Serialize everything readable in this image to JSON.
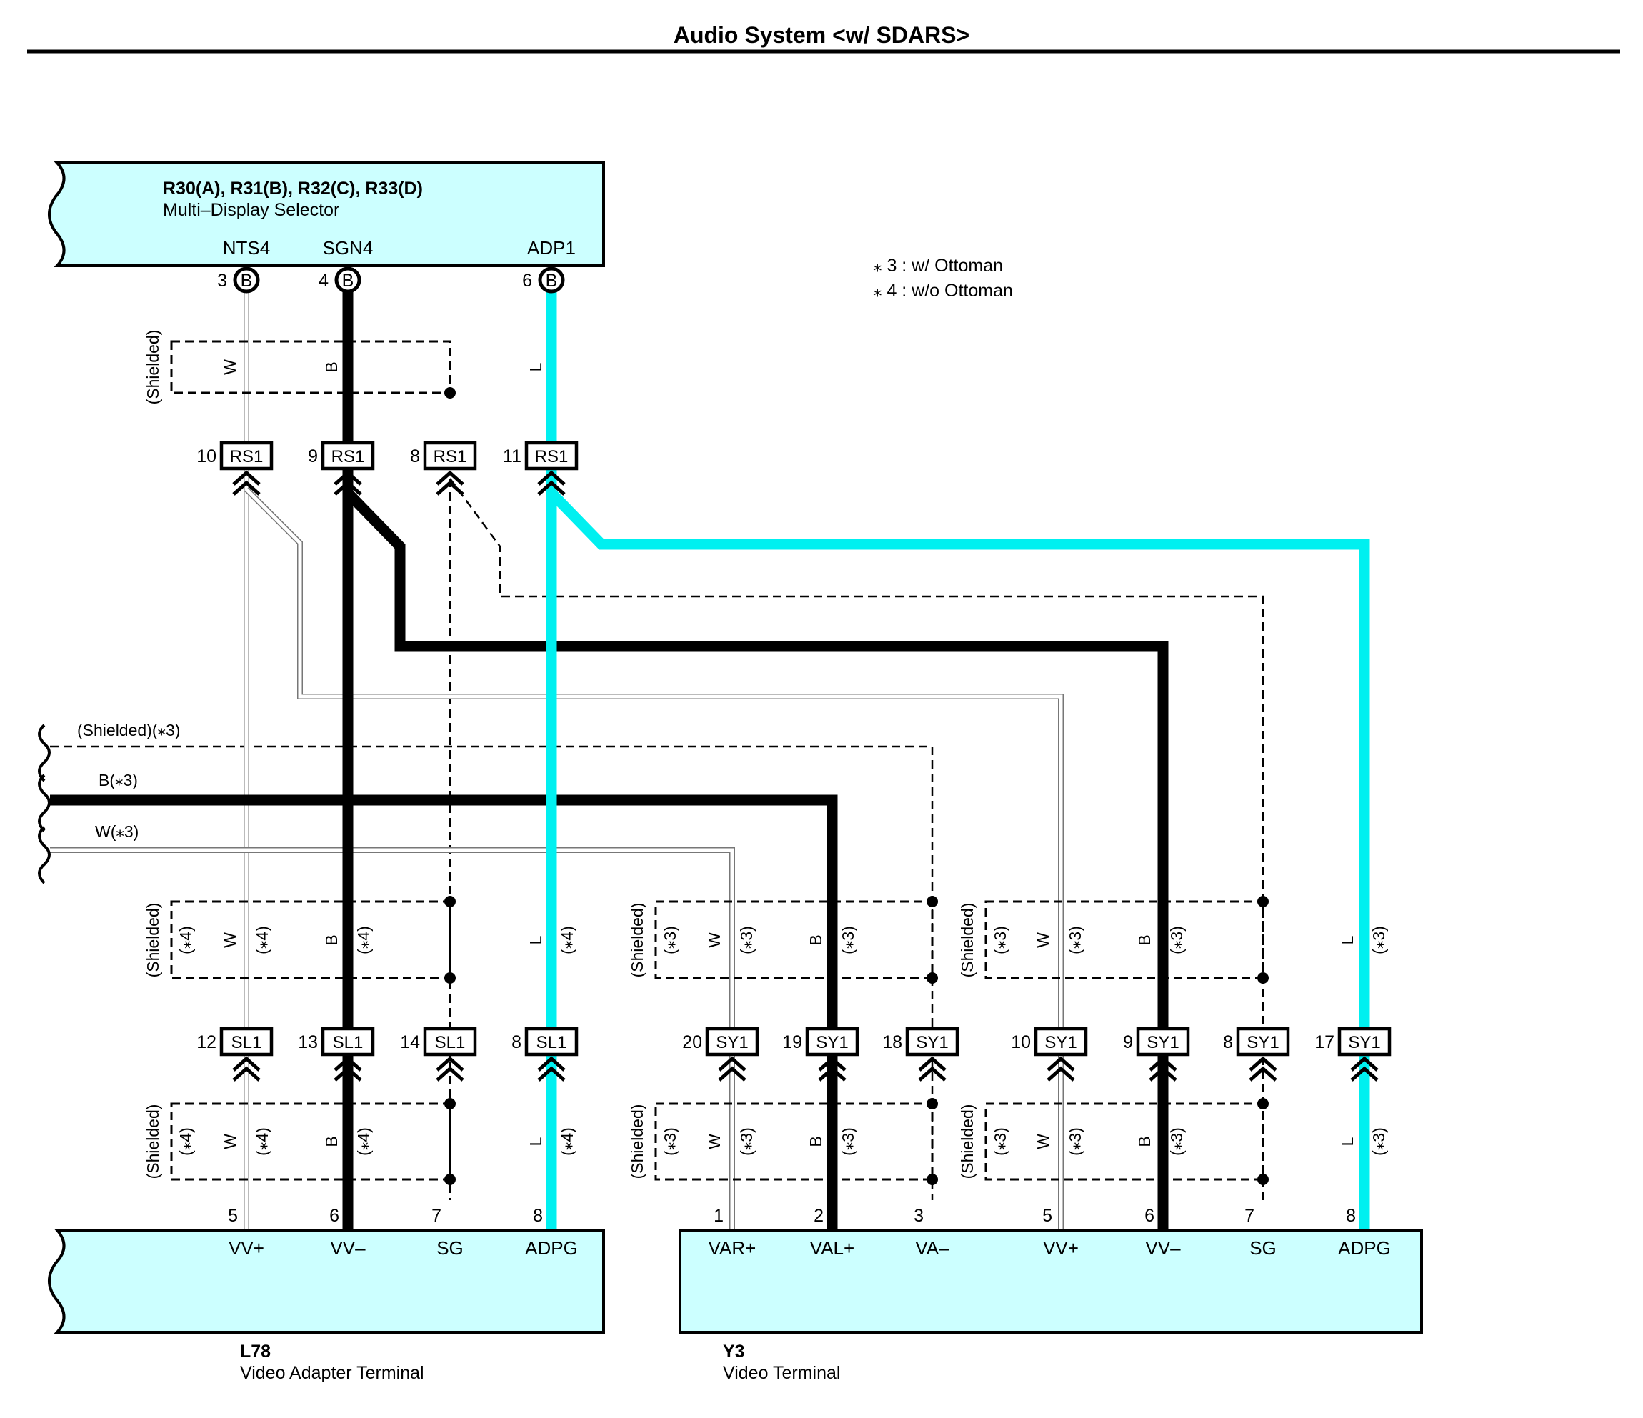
{
  "title": "Audio System <w/ SDARS>",
  "notes": [
    "⁎ 3 : w/ Ottoman",
    "⁎ 4 : w/o Ottoman"
  ],
  "top_component": {
    "codes": "R30(A), R31(B), R32(C), R33(D)",
    "name": "Multi–Display Selector",
    "terminals": [
      {
        "name": "NTS4",
        "pin": "3",
        "letter": "B"
      },
      {
        "name": "SGN4",
        "pin": "4",
        "letter": "B"
      },
      {
        "name": "ADP1",
        "pin": "6",
        "letter": "B"
      }
    ]
  },
  "rs1_connectors": [
    {
      "pin": "10",
      "label": "RS1"
    },
    {
      "pin": "9",
      "label": "RS1"
    },
    {
      "pin": "8",
      "label": "RS1"
    },
    {
      "pin": "11",
      "label": "RS1"
    }
  ],
  "upper_shield": {
    "label": "(Shielded)",
    "wires": [
      "W",
      "B",
      "L"
    ]
  },
  "left_edge": {
    "shielded": "(Shielded)(⁎3)",
    "b": "B(⁎3)",
    "w": "W(⁎3)"
  },
  "shield_groups": [
    {
      "label": "(Shielded)",
      "tags": [
        "(⁎4)",
        "(⁎4)",
        "(⁎4)",
        "(⁎4)"
      ],
      "wires": [
        "W",
        "B",
        "L"
      ]
    },
    {
      "label": "(Shielded)",
      "tags": [
        "(⁎3)",
        "(⁎3)",
        "(⁎3)"
      ],
      "wires": [
        "W",
        "B"
      ]
    },
    {
      "label": "(Shielded)",
      "tags": [
        "(⁎3)",
        "(⁎3)",
        "(⁎3)",
        "(⁎3)"
      ],
      "wires": [
        "W",
        "B",
        "L"
      ]
    }
  ],
  "sl1_connectors": [
    {
      "pin": "12",
      "label": "SL1"
    },
    {
      "pin": "13",
      "label": "SL1"
    },
    {
      "pin": "14",
      "label": "SL1"
    },
    {
      "pin": "8",
      "label": "SL1"
    }
  ],
  "sy1_connectors": [
    {
      "pin": "20",
      "label": "SY1"
    },
    {
      "pin": "19",
      "label": "SY1"
    },
    {
      "pin": "18",
      "label": "SY1"
    },
    {
      "pin": "10",
      "label": "SY1"
    },
    {
      "pin": "9",
      "label": "SY1"
    },
    {
      "pin": "8",
      "label": "SY1"
    },
    {
      "pin": "17",
      "label": "SY1"
    }
  ],
  "l78": {
    "code": "L78",
    "name": "Video Adapter Terminal",
    "terminals": [
      {
        "pin": "5",
        "name": "VV+"
      },
      {
        "pin": "6",
        "name": "VV–"
      },
      {
        "pin": "7",
        "name": "SG"
      },
      {
        "pin": "8",
        "name": "ADPG"
      }
    ]
  },
  "y3": {
    "code": "Y3",
    "name": "Video Terminal",
    "terminals": [
      {
        "pin": "1",
        "name": "VAR+"
      },
      {
        "pin": "2",
        "name": "VAL+"
      },
      {
        "pin": "3",
        "name": "VA–"
      },
      {
        "pin": "5",
        "name": "VV+"
      },
      {
        "pin": "6",
        "name": "VV–"
      },
      {
        "pin": "7",
        "name": "SG"
      },
      {
        "pin": "8",
        "name": "ADPG"
      }
    ]
  },
  "colors": {
    "light_blue_wire": "#00f0f0",
    "component_fill": "#ccffff",
    "black_wire": "#000000"
  }
}
